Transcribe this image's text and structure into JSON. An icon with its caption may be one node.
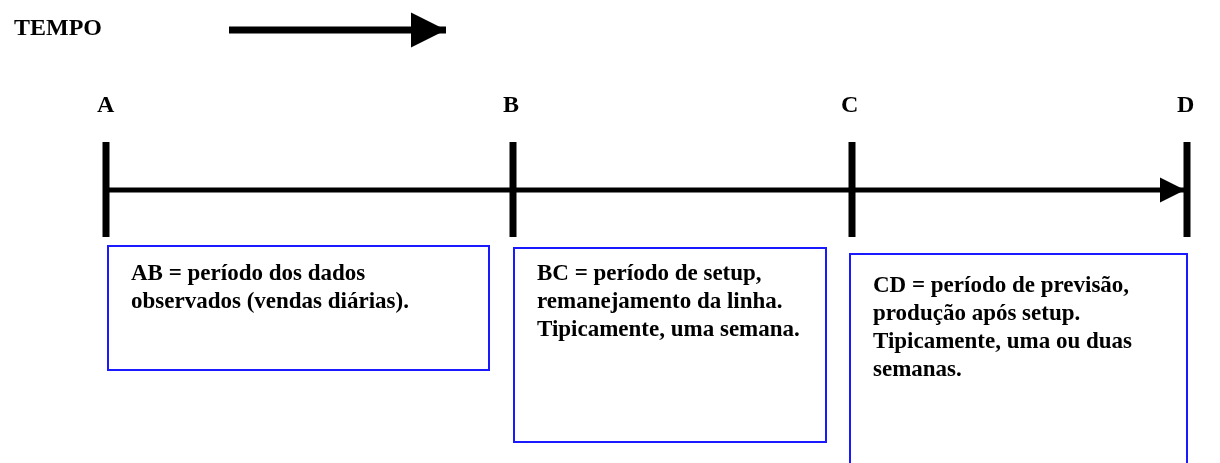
{
  "diagram": {
    "nodes": [
      {
        "text": [
          "AB = período dos dados observados (vendas diárias)."
        ]
      },
      {
        "text": [
          "BC = período de setup, remanejamento da linha. Tipicamente, uma semana."
        ]
      },
      {
        "text": [
          "CD = período de previsão, produção após setup. Tipicamente, uma ou duas semanas."
        ]
      }
    ],
    "labels": [
      "TEMPO",
      "A",
      "B",
      "C",
      "D"
    ]
  }
}
